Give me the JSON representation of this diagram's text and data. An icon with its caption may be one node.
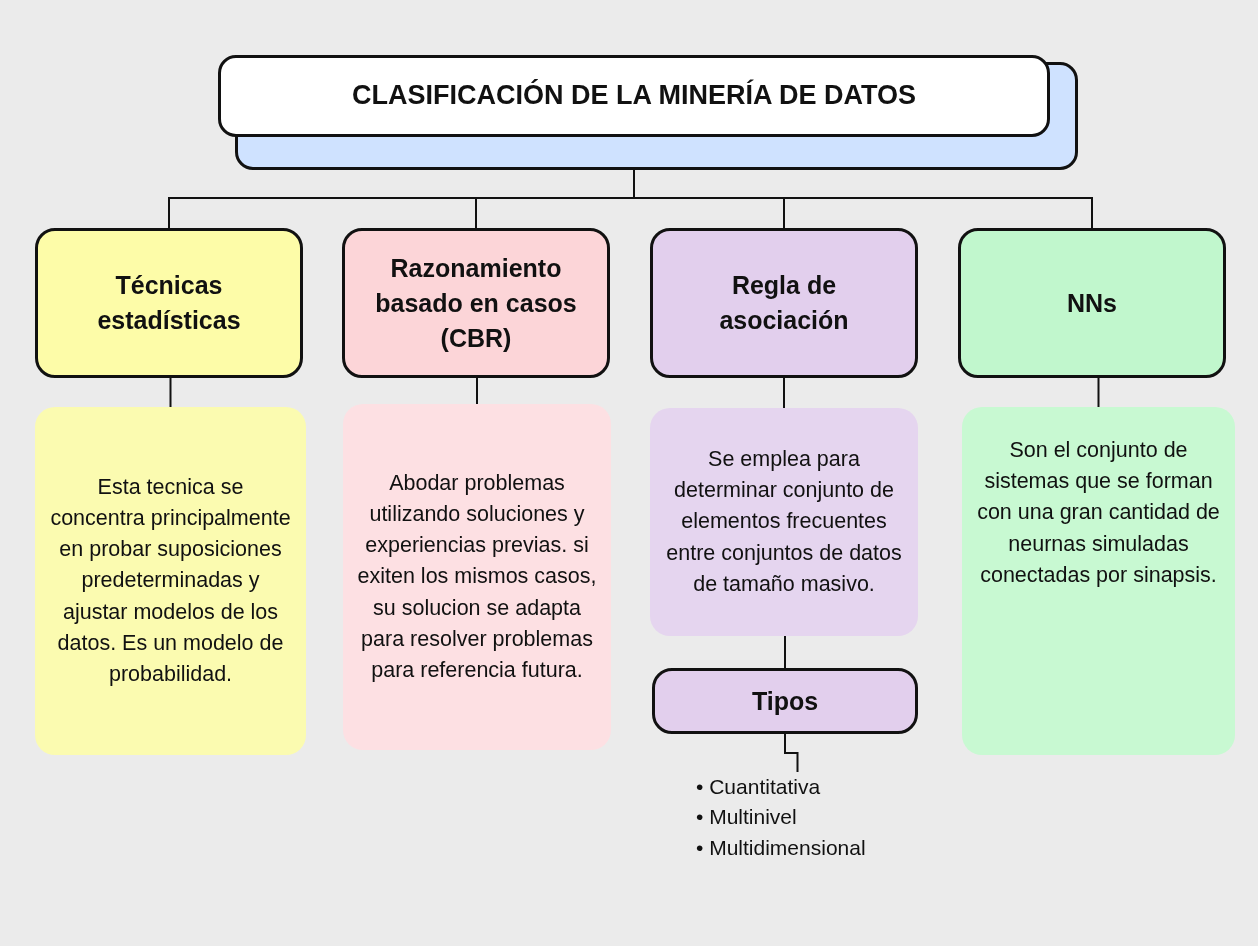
{
  "diagram": {
    "nodes": [
      {
        "text": [
          "CLASIFICACIÓN DE LA MINERÍA DE DATOS"
        ]
      },
      {
        "text": [
          "Técnicas estadísticas"
        ]
      },
      {
        "text": [
          "Razonamiento basado en casos (CBR)"
        ]
      },
      {
        "text": [
          "Regla de asociación"
        ]
      },
      {
        "text": [
          "NNs"
        ]
      },
      {
        "text": [
          "Esta tecnica se concentra principalmente en probar suposiciones predeterminadas y ajustar modelos de los datos. Es un modelo de probabilidad."
        ]
      },
      {
        "text": [
          "Abodar problemas utilizando soluciones y experiencias previas. si exiten los mismos casos, su solucion se adapta para resolver problemas para referencia futura."
        ]
      },
      {
        "text": [
          "Se emplea para determinar conjunto de elementos frecuentes entre conjuntos de datos de tamaño masivo."
        ]
      },
      {
        "text": [
          "Son el conjunto de sistemas que se forman con una gran cantidad de neurnas simuladas conectadas por sinapsis."
        ]
      },
      {
        "text": [
          "Tipos"
        ]
      },
      {
        "text": [
          "• Cuantitativa",
          "• Multinivel",
          "• Multidimensional"
        ]
      }
    ],
    "edges": [
      {
        "from": 0,
        "to": 1,
        "arrow": "none"
      },
      {
        "from": 0,
        "to": 2,
        "arrow": "none"
      },
      {
        "from": 0,
        "to": 3,
        "arrow": "none"
      },
      {
        "from": 0,
        "to": 4,
        "arrow": "none"
      },
      {
        "from": 1,
        "to": 5,
        "arrow": "none"
      },
      {
        "from": 2,
        "to": 6,
        "arrow": "none"
      },
      {
        "from": 3,
        "to": 7,
        "arrow": "none"
      },
      {
        "from": 4,
        "to": 8,
        "arrow": "none"
      },
      {
        "from": 7,
        "to": 9,
        "arrow": "none"
      },
      {
        "from": 9,
        "to": 10,
        "arrow": "none"
      }
    ]
  }
}
